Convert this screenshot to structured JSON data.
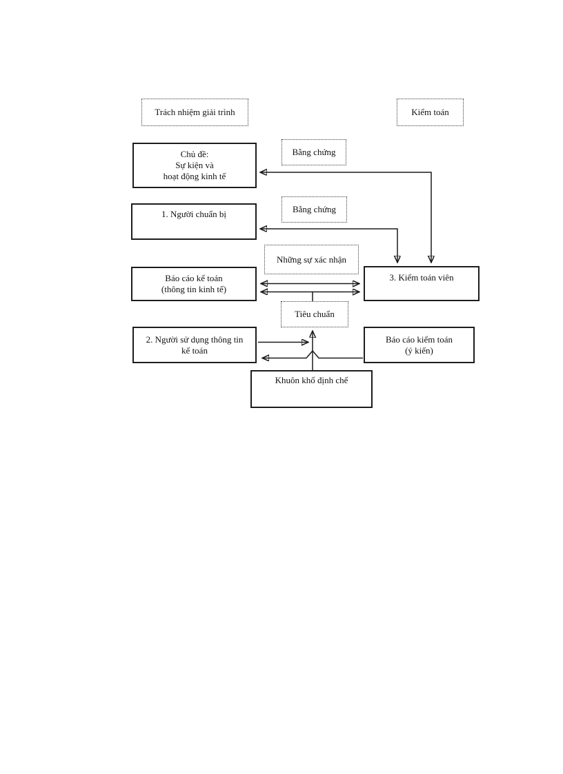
{
  "page": {
    "background": "#ffffff"
  },
  "colors": {
    "line": "#1a1a1a",
    "solid_border": "#1c1c1c",
    "dashed_border": "#3a3a3a",
    "text": "#111111"
  },
  "diagram": {
    "title_left": "Trách nhiệm giải trình",
    "title_right": "Kiểm toán",
    "boxes": {
      "accountability": {
        "label": "Trách nhiệm giải trình",
        "style": "dashed"
      },
      "audit": {
        "label": "Kiểm toán",
        "style": "dashed"
      },
      "subject": {
        "lines": [
          "Chủ đề:",
          "Sự kiện và",
          "hoạt động kinh tế"
        ],
        "style": "solid"
      },
      "evidence_top": {
        "label": "Bằng chứng",
        "style": "dashed"
      },
      "preparer": {
        "label": "1. Người chuẩn bị",
        "style": "solid"
      },
      "evidence_mid": {
        "label": "Bằng chứng",
        "style": "dashed"
      },
      "assertions": {
        "label": "Những sự xác nhận",
        "style": "dashed"
      },
      "accounting_report": {
        "lines": [
          "Báo cáo kế toán",
          "(thông tin kinh tế)"
        ],
        "style": "solid"
      },
      "auditor": {
        "label": "3. Kiểm toán viên",
        "style": "solid"
      },
      "criteria": {
        "label": "Tiêu chuẩn",
        "style": "dashed"
      },
      "users": {
        "lines": [
          "2. Người sử dụng thông tin",
          "kế toán"
        ],
        "style": "solid"
      },
      "audit_report": {
        "lines": [
          "Báo cáo kiểm toán",
          "(ý kiến)"
        ],
        "style": "solid"
      },
      "framework": {
        "label": "Khuôn khổ định chế",
        "style": "solid"
      }
    }
  }
}
